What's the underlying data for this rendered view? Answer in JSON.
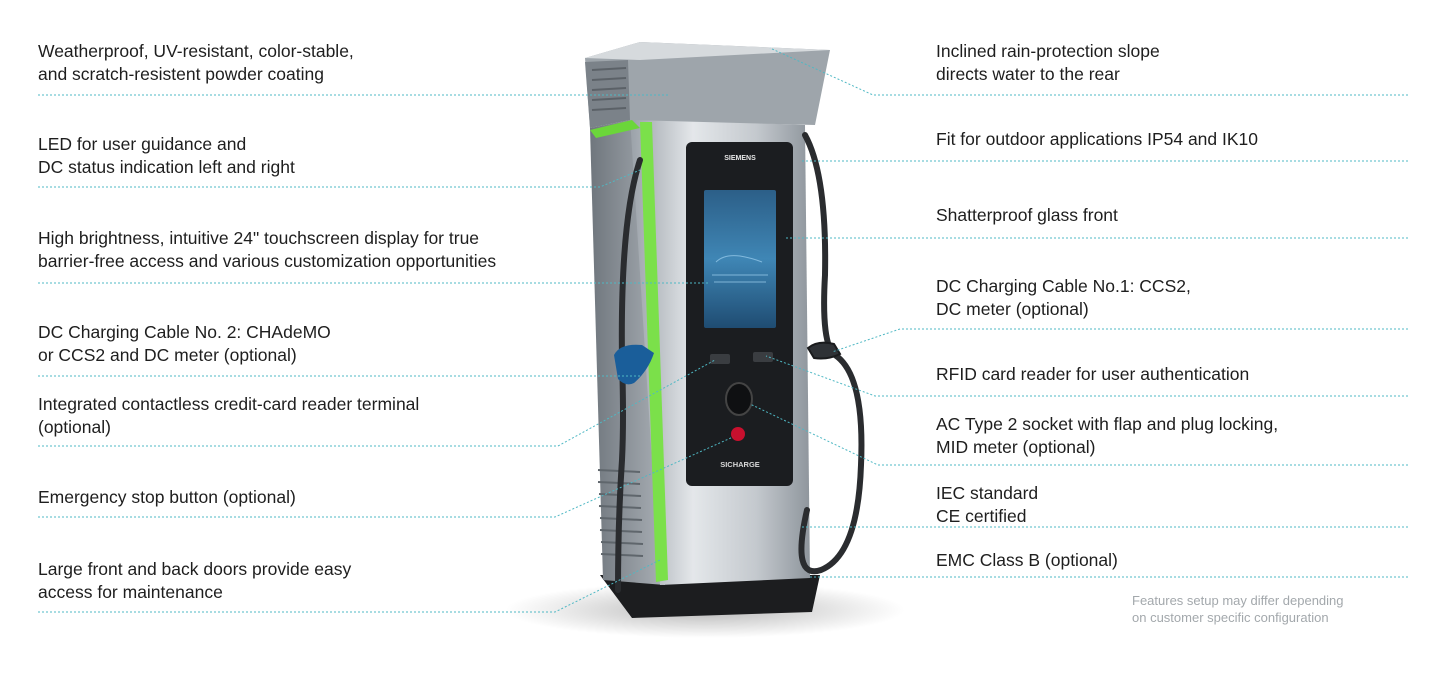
{
  "callouts_left": [
    {
      "lines": [
        "Weatherproof, UV-resistant, color-stable,",
        "and scratch-resistent powder coating"
      ]
    },
    {
      "lines": [
        "LED for user guidance and",
        "DC status indication left and right"
      ]
    },
    {
      "lines": [
        "High brightness, intuitive 24\" touchscreen display for true",
        "barrier-free access and various customization opportunities"
      ]
    },
    {
      "lines": [
        "DC Charging Cable No. 2: CHAdeMO",
        "or CCS2 and DC meter (optional)"
      ]
    },
    {
      "lines": [
        "Integrated contactless credit-card reader terminal",
        "(optional)"
      ]
    },
    {
      "lines": [
        "Emergency stop button (optional)"
      ]
    },
    {
      "lines": [
        "Large front and back doors provide easy",
        "access for maintenance"
      ]
    }
  ],
  "callouts_right": [
    {
      "lines": [
        "Inclined rain-protection slope",
        "directs water to the rear"
      ]
    },
    {
      "lines": [
        "Fit for outdoor applications IP54 and IK10"
      ]
    },
    {
      "lines": [
        "Shatterproof glass front"
      ]
    },
    {
      "lines": [
        "DC Charging Cable No.1: CCS2,",
        "DC meter (optional)"
      ]
    },
    {
      "lines": [
        "RFID card reader for user authentication"
      ]
    },
    {
      "lines": [
        "AC Type 2 socket with flap and plug locking,",
        "MID meter (optional)"
      ]
    },
    {
      "lines": [
        "IEC standard",
        "CE certified"
      ]
    },
    {
      "lines": [
        "EMC Class B (optional)"
      ]
    }
  ],
  "footnote": {
    "lines": [
      "Features setup may differ depending",
      "on customer specific configuration"
    ]
  },
  "device": {
    "brand_top": "SIEMENS",
    "brand_bottom": "SICHARGE"
  },
  "colors": {
    "leader_line": "#4fb8c4",
    "led_green": "#7be04a",
    "cable_left": "#1a5e9a",
    "body_silver": "#c9ced3",
    "screen_blue": "#2a6f9e",
    "estop_red": "#c8102e"
  }
}
